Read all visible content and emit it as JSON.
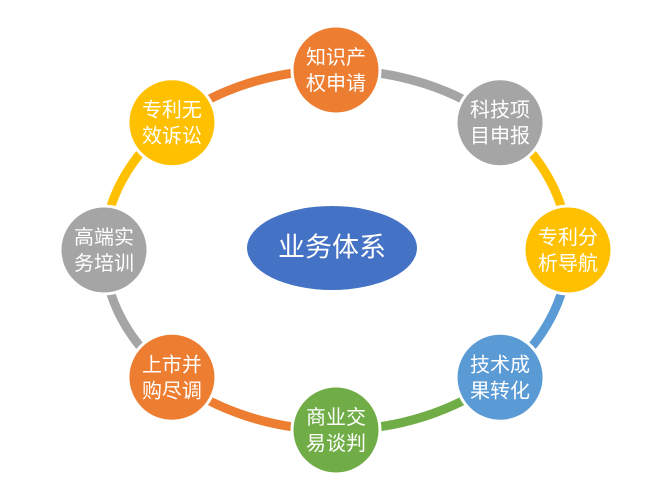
{
  "center": {
    "lines": [
      "业务体系"
    ],
    "color": "#4472c4"
  },
  "nodes": [
    {
      "id": "ip-application",
      "lines": [
        "知识产",
        "权申请"
      ],
      "color": "#ed7d31"
    },
    {
      "id": "tech-project",
      "lines": [
        "科技项",
        "目申报"
      ],
      "color": "#a5a5a5"
    },
    {
      "id": "patent-navigation",
      "lines": [
        "专利分",
        "析导航"
      ],
      "color": "#ffc000"
    },
    {
      "id": "tech-transfer",
      "lines": [
        "技术成",
        "果转化"
      ],
      "color": "#5b9bd5"
    },
    {
      "id": "business-negotiation",
      "lines": [
        "商业交",
        "易谈判"
      ],
      "color": "#70ad47"
    },
    {
      "id": "merger-due-diligence",
      "lines": [
        "上市并",
        "购尽调"
      ],
      "color": "#ed7d31"
    },
    {
      "id": "practice-training",
      "lines": [
        "高端实",
        "务培训"
      ],
      "color": "#a5a5a5"
    },
    {
      "id": "patent-invalidation",
      "lines": [
        "专利无",
        "效诉讼"
      ],
      "color": "#ffc000"
    }
  ]
}
